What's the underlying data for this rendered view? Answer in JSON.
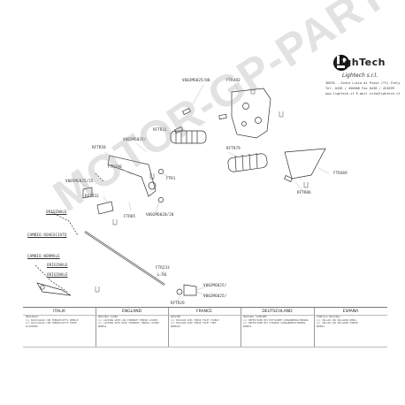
{
  "brand": {
    "name": "LighTech",
    "company": "Lightech s.r.l.",
    "address_lines": [
      "36035 - Santa Lucia di Piave (TV) Italy",
      "Tel. 0438 / 450006  Fax 0438 / 453899",
      "www.lightech.it   E-mail info@lightech.it"
    ]
  },
  "watermark": "MOTOR-GP-PARTS.COM",
  "parts": [
    {
      "code": "V002M6025/08"
    },
    {
      "code": "FTR482"
    },
    {
      "code": "RFTR58"
    },
    {
      "code": "RFTR31"
    },
    {
      "code": "V002M6025/ "
    },
    {
      "code": "FTR290"
    },
    {
      "code": "RFTR79"
    },
    {
      "code": "V005M6025/25"
    },
    {
      "code": "RFTR32"
    },
    {
      "code": "FTR1"
    },
    {
      "code": "FTR469"
    },
    {
      "code": "RFTR86"
    },
    {
      "code": "FTR85"
    },
    {
      "code": "V002M6020/20"
    },
    {
      "code": "FTR233"
    },
    {
      "code": "L.R6"
    },
    {
      "code": "V002M6025/"
    },
    {
      "code": "RFTR29"
    },
    {
      "code": "V002M6025/ "
    }
  ],
  "shift_labels": {
    "originale_1": "ORIGINALE",
    "reversed": "CAMBIO ROVESCIATO",
    "normal": "CAMBIO NORMALE",
    "originale_2": "ORIGINALE",
    "originale_3": "ORIGINALE"
  },
  "languages": [
    {
      "name": "ITALIA",
      "lines": [
        "ORIGINALE",
        "(v) BLOCCAGGIO CON FRENAFILETTI DEBOLE",
        "(L) BLOCCAGGIO CON FRENAFILETTI FORTE",
        "ALLUMINIO"
      ]
    },
    {
      "name": "ENGLAND",
      "lines": [
        "ORIGINAL SCREW",
        "(v) LOCKING WITH LOW STRENGHT THREAD LOCKER",
        "(L) LOCKING WITH HIGH STRENGHT THREAD LOCKER",
        "NORMAL"
      ]
    },
    {
      "name": "FRANCE",
      "lines": [
        "ORIGINE",
        "(v) BLOCAGE AVEC FREIN FILET FAIBLE",
        "(L) BLOCAGE AVEC FREIN FILET FORT",
        "NORMALE"
      ]
    },
    {
      "name": "DEUTSCHLAND",
      "lines": [
        "ORIGINAL SCHRAUBE",
        "(v) BEFESTIGEN MIT MITTLEREM SCHRAUBENSICHERUNG",
        "(L) BEFESTIGEN MIT STARKER SCHRAUBENSICHERUNG",
        "NORMAL"
      ]
    },
    {
      "name": "ESPAÑA",
      "lines": [
        "TORNILLO ORIGINAL",
        "(v) SELLAR CON SELLADOR DEBIL",
        "(L) SELLAR CON SELLADOR FUERTE",
        "NORMAL"
      ]
    }
  ]
}
